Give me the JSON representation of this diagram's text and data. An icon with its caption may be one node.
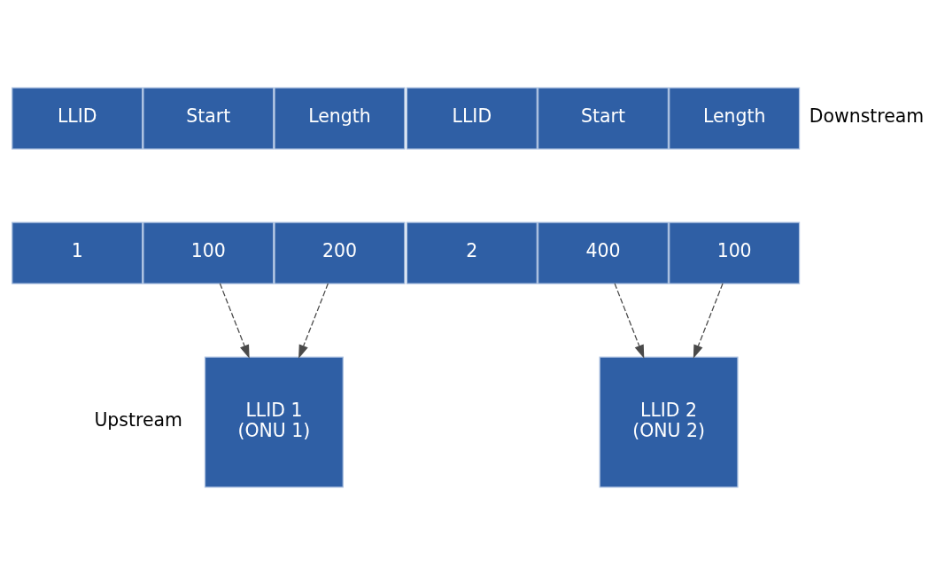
{
  "diagram": {
    "nodes": [
      {
        "text": [
          "LLID"
        ]
      },
      {
        "text": [
          "Start"
        ]
      },
      {
        "text": [
          "Length"
        ]
      },
      {
        "text": [
          "LLID"
        ]
      },
      {
        "text": [
          "Start"
        ]
      },
      {
        "text": [
          "Length"
        ]
      },
      {
        "text": [
          "1"
        ]
      },
      {
        "text": [
          "100"
        ]
      },
      {
        "text": [
          "200"
        ]
      },
      {
        "text": [
          "2"
        ]
      },
      {
        "text": [
          "400"
        ]
      },
      {
        "text": [
          "100"
        ]
      },
      {
        "text": [
          "LLID 1 (ONU 1)"
        ]
      },
      {
        "text": [
          "LLID 2 (ONU 2)"
        ]
      }
    ],
    "edges": [
      {
        "from": 7,
        "to": 12,
        "arrow": "to",
        "style": "dashed"
      },
      {
        "from": 8,
        "to": 12,
        "arrow": "to",
        "style": "dashed"
      },
      {
        "from": 10,
        "to": 13,
        "arrow": "to",
        "style": "dashed"
      },
      {
        "from": 11,
        "to": 13,
        "arrow": "to",
        "style": "dashed"
      }
    ],
    "labels": [
      "Downstream",
      "Upstream"
    ]
  }
}
